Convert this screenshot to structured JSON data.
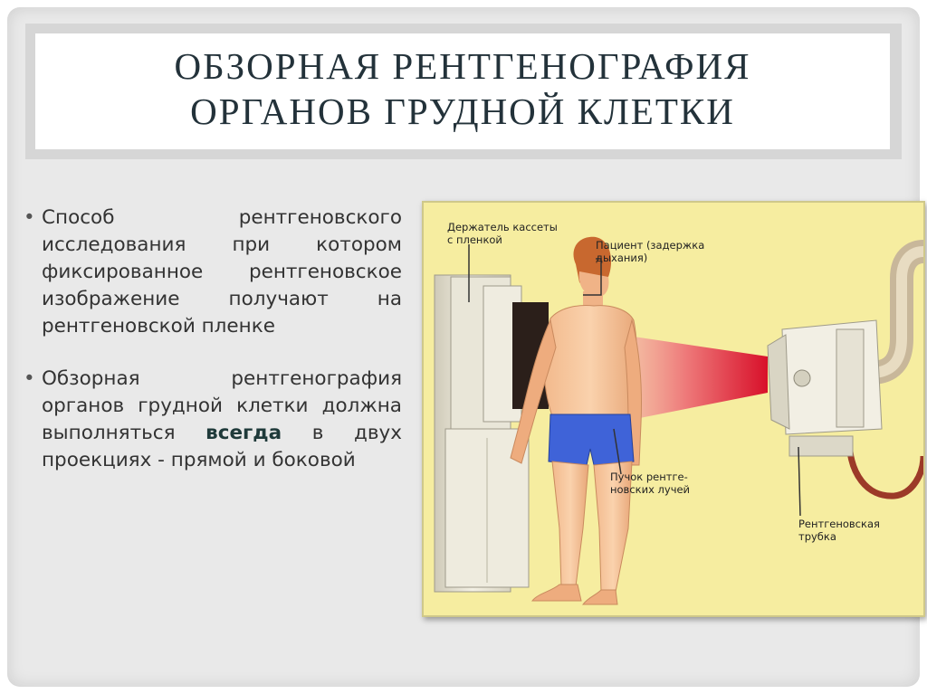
{
  "title": {
    "line1": "ОБЗОРНАЯ РЕНТГЕНОГРАФИЯ",
    "line2": "ОРГАНОВ ГРУДНОЙ КЛЕТКИ"
  },
  "bullets": {
    "b1": "Способ рентгеновского исследования при котором фиксированное рентгеновское изображение получают на рентгеновской пленке",
    "b2_before": "Обзорная рентгенография органов грудной клетки должна выполняться ",
    "b2_bold": "всегда",
    "b2_after": " в двух проекциях  - прямой и боковой"
  },
  "figure": {
    "label_holder": [
      "Держатель кассеты",
      "с пленкой"
    ],
    "label_patient": [
      "Пациент (задержка",
      "дыхания)"
    ],
    "label_beam": [
      "Пучок рентге-",
      "новских лучей"
    ],
    "label_tube": [
      "Рентгеновская",
      "трубка"
    ]
  }
}
